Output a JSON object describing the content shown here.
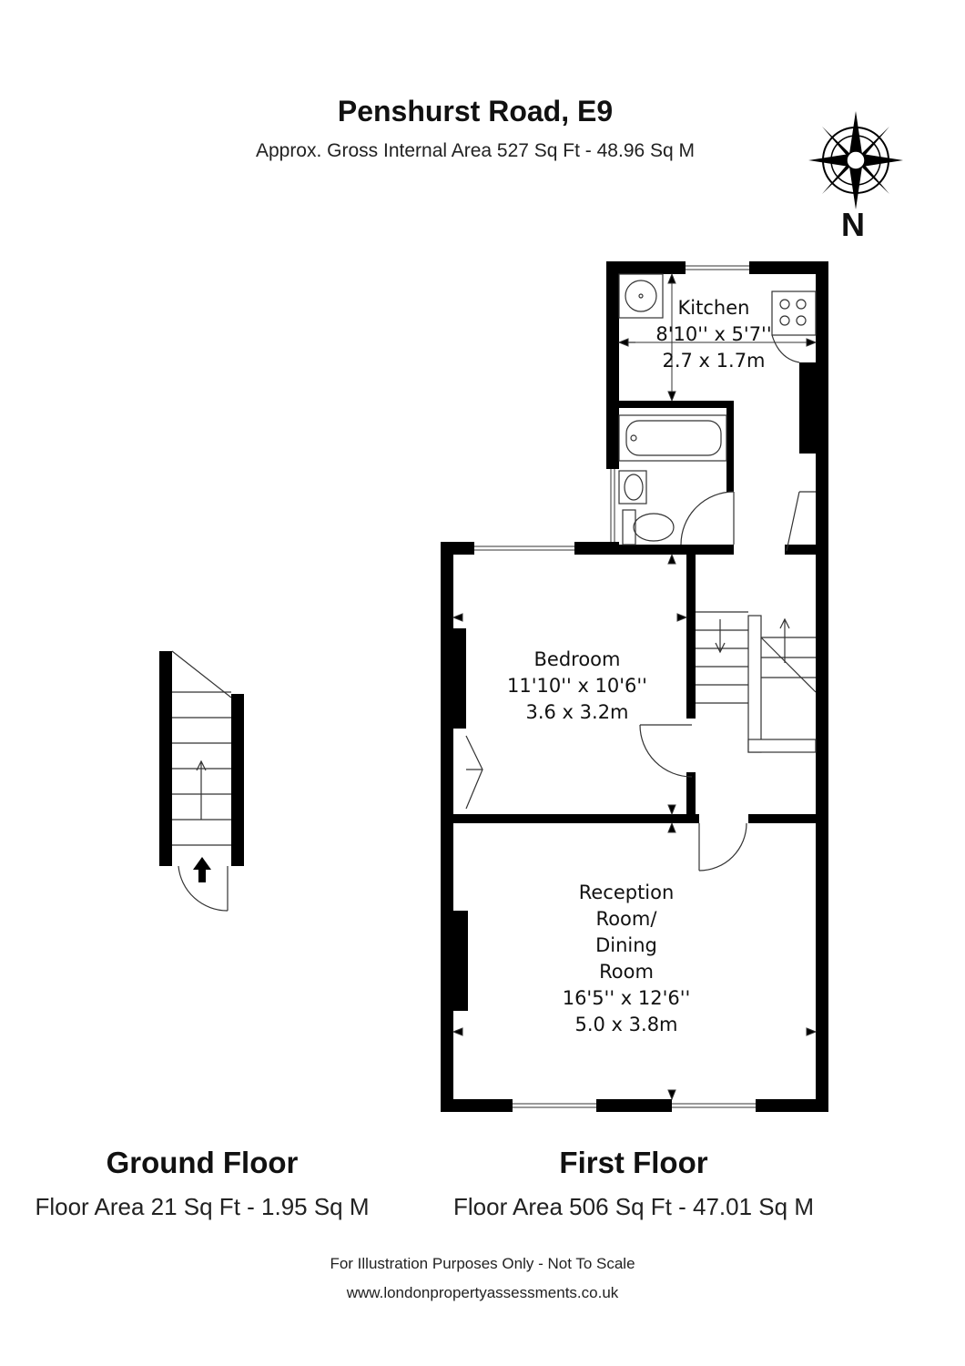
{
  "header": {
    "title": "Penshurst Road, E9",
    "subtitle": "Approx. Gross Internal Area 527 Sq Ft - 48.96 Sq M"
  },
  "compass": {
    "label": "N"
  },
  "rooms": {
    "kitchen": {
      "name": "Kitchen",
      "imperial": "8'10'' x 5'7''",
      "metric": "2.7 x 1.7m"
    },
    "bedroom": {
      "name": "Bedroom",
      "imperial": "11'10'' x 10'6''",
      "metric": "3.6 x 3.2m"
    },
    "reception": {
      "line1": "Reception",
      "line2": "Room/",
      "line3": "Dining",
      "line4": "Room",
      "imperial": "16'5'' x 12'6''",
      "metric": "5.0 x 3.8m"
    }
  },
  "floors": {
    "ground": {
      "title": "Ground Floor",
      "area": "Floor Area 21 Sq Ft - 1.95 Sq M"
    },
    "first": {
      "title": "First Floor",
      "area": "Floor Area 506 Sq Ft - 47.01 Sq M"
    }
  },
  "footer": {
    "disclaimer": "For Illustration Purposes Only - Not To Scale",
    "website": "www.londonpropertyassessments.co.uk"
  },
  "colors": {
    "wall": "#000000",
    "line": "#333333",
    "window": "#ffffff"
  }
}
